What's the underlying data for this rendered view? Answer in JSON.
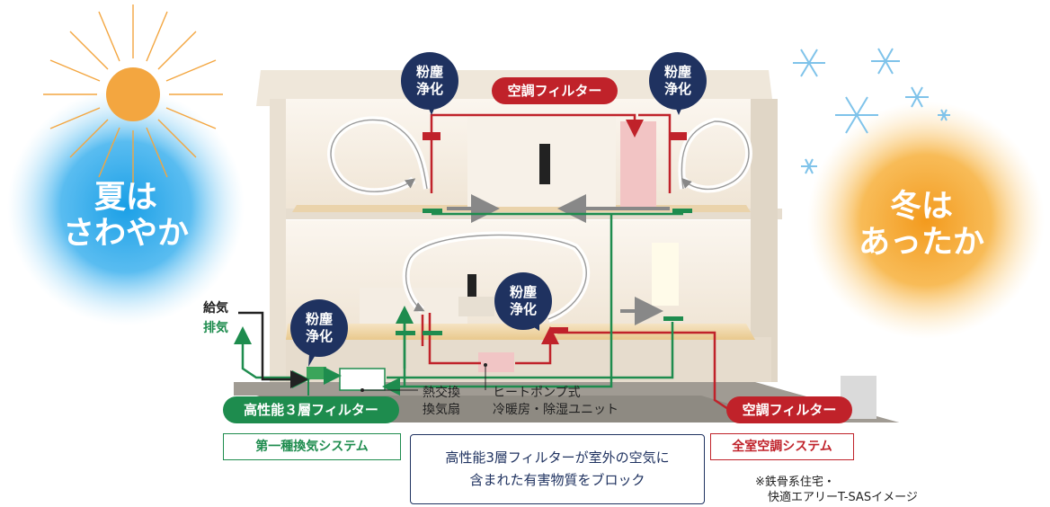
{
  "season": {
    "summer": [
      "夏は",
      "さわやか"
    ],
    "winter": [
      "冬は",
      "あったか"
    ]
  },
  "dust_badge": [
    "粉塵",
    "浄化"
  ],
  "labels": {
    "ac_filter": "空調フィルター",
    "supply_air": "給気",
    "exhaust_air": "排気",
    "high_perf_filter": "高性能３層フィルター",
    "heat_exchange_fan": [
      "熱交換",
      "換気扇"
    ],
    "heat_pump": [
      "ヒートポンプ式",
      "冷暖房・除湿ユニット"
    ]
  },
  "systems": {
    "ventilation": "第一種換気システム",
    "whole_house_ac": "全室空調システム"
  },
  "callout": [
    "高性能3層フィルターが室外の空気に",
    "含まれた有害物質をブロック"
  ],
  "footnote": [
    "※鉄骨系住宅・",
    "快適エアリーT-SASイメージ"
  ],
  "colors": {
    "navy": "#1f3260",
    "red": "#c0222a",
    "green": "#1e8c4e",
    "summer_glow": "#2aa7e8",
    "winter_glow": "#f5a623",
    "sun": "#f3a640"
  },
  "icons": [
    "sun-icon",
    "snowflake-icon"
  ]
}
